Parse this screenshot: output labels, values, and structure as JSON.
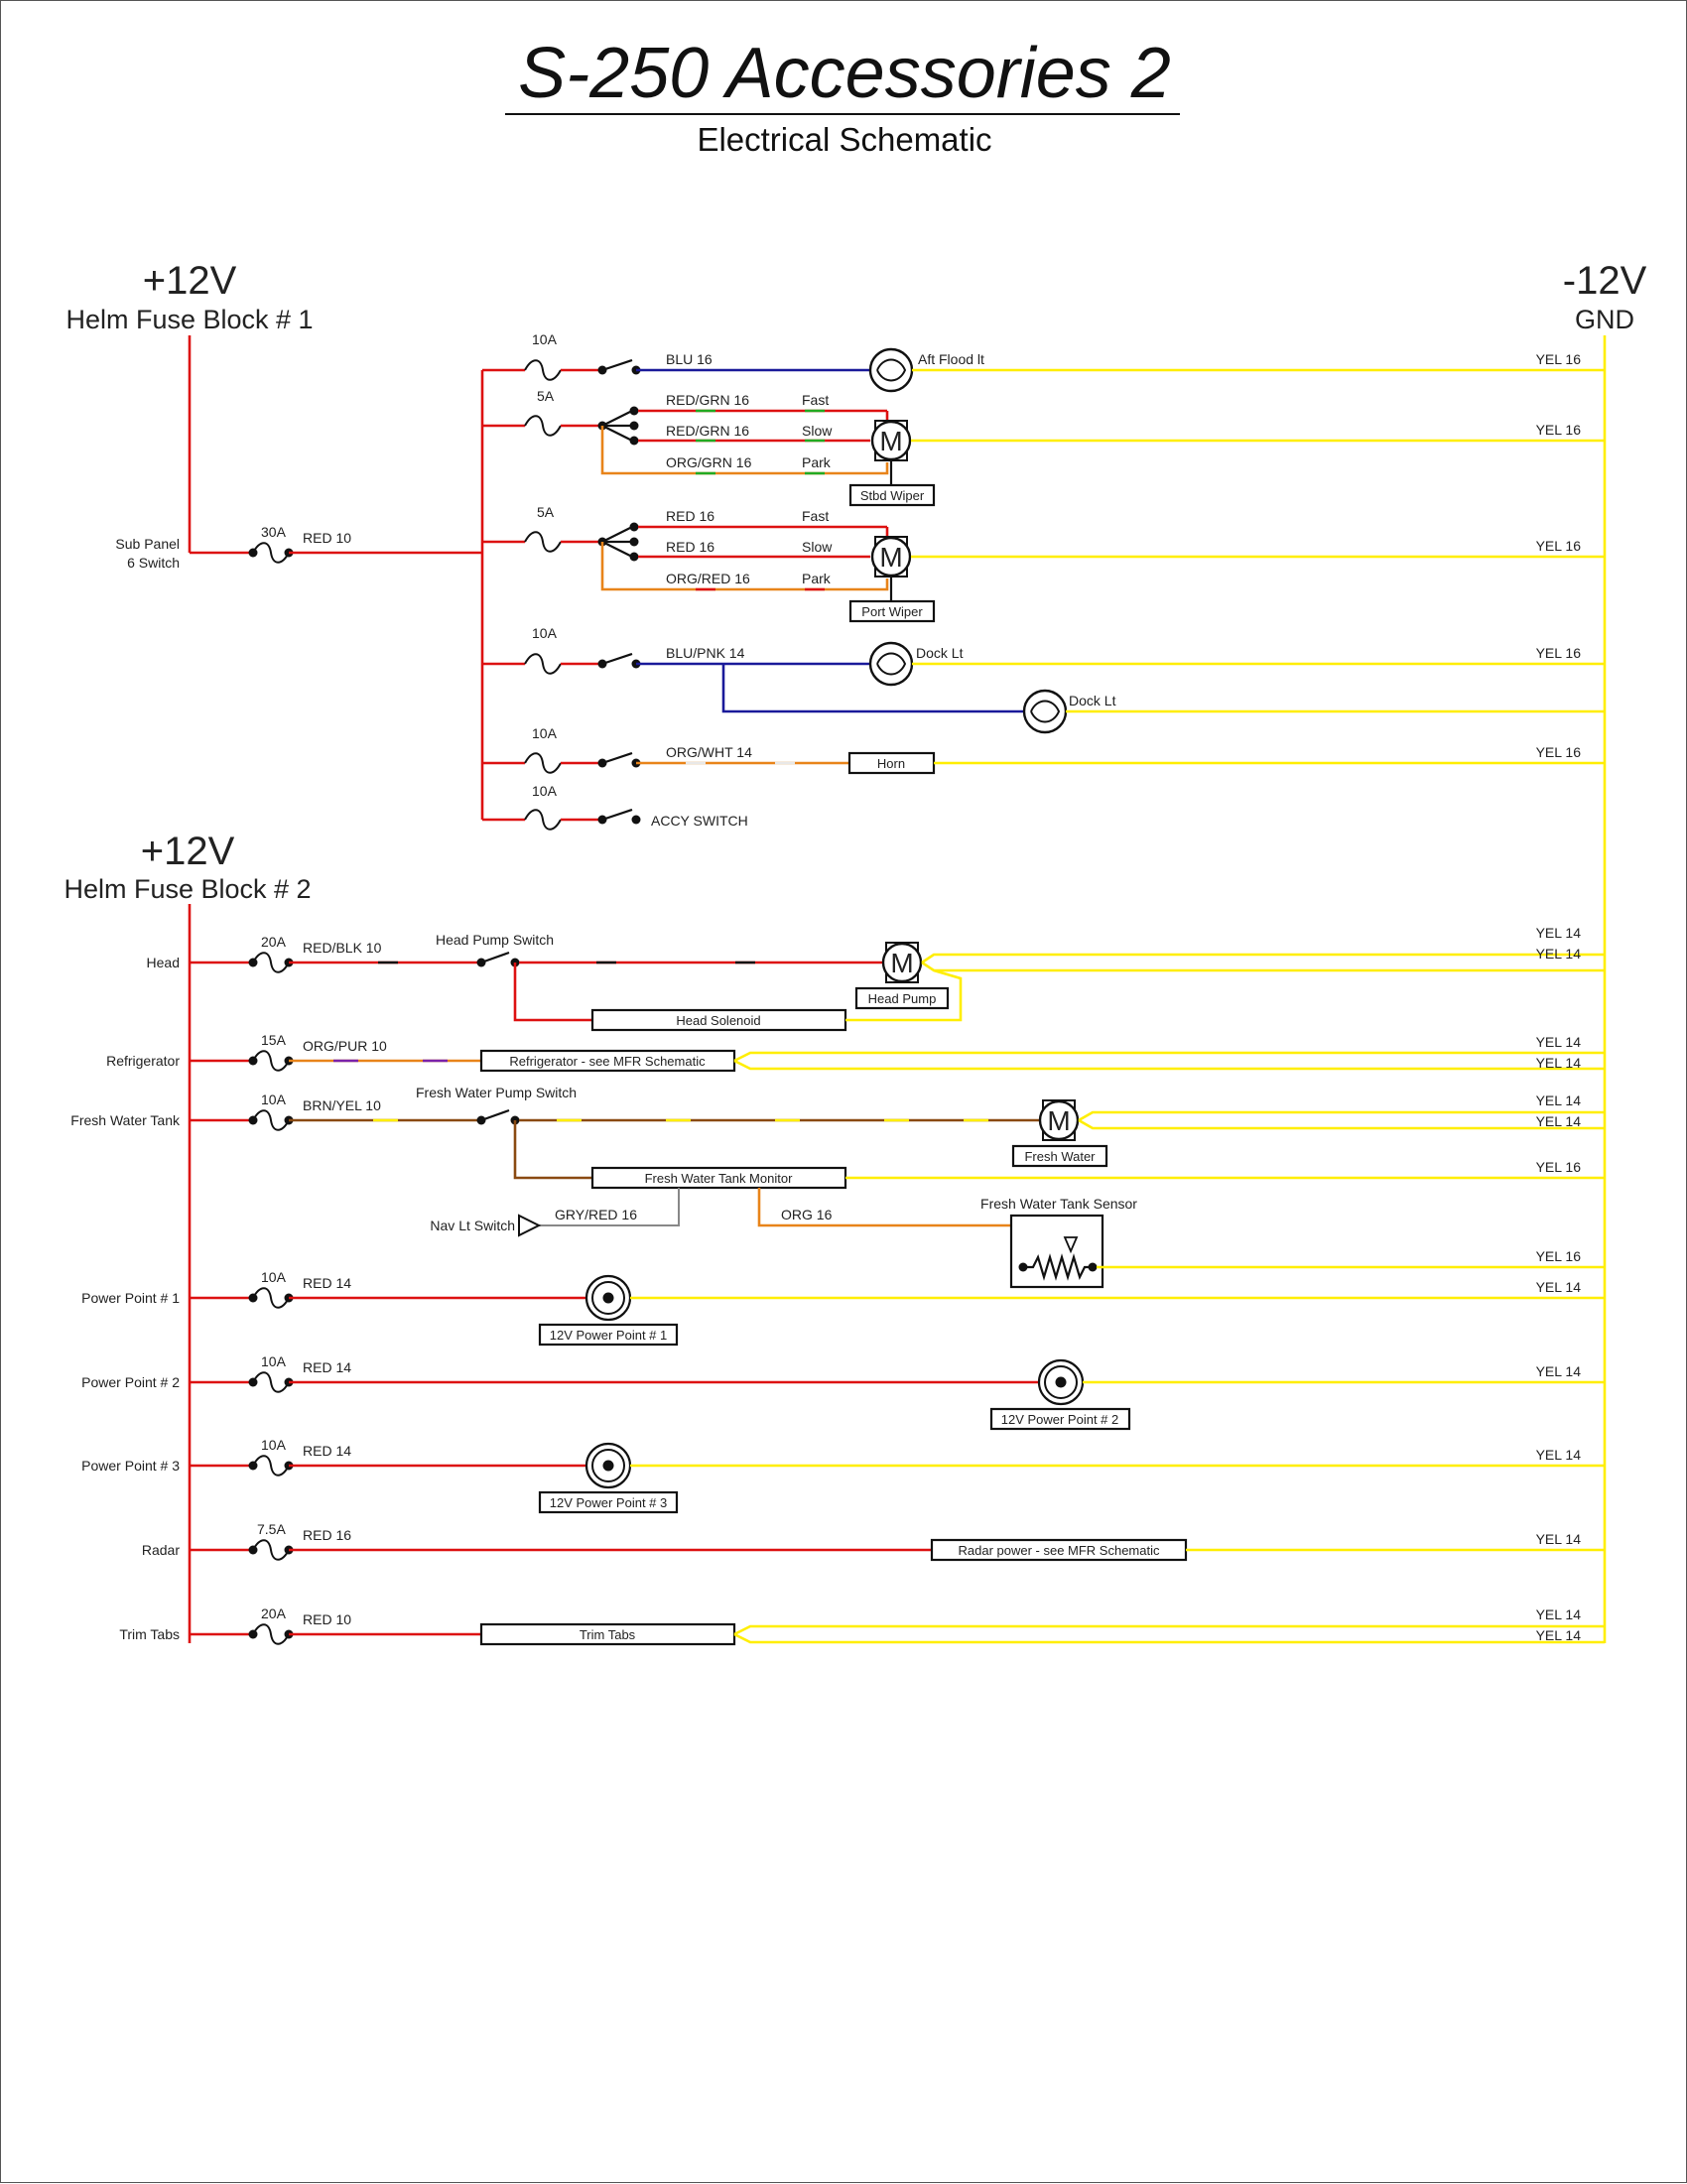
{
  "header": {
    "title": "S-250 Accessories 2",
    "subtitle": "Electrical Schematic"
  },
  "rails": {
    "block1_voltage": "+12V",
    "block1_name": "Helm Fuse Block # 1",
    "block2_voltage": "+12V",
    "block2_name": "Helm Fuse Block # 2",
    "ground_voltage": "-12V",
    "ground_name": "GND"
  },
  "block1": {
    "feed_label_1": "Sub Panel",
    "feed_label_2": "6 Switch",
    "main_fuse": "30A",
    "main_wire": "RED 10",
    "circuits": [
      {
        "fuse": "10A",
        "wire": "BLU 16",
        "device": "Aft Flood lt",
        "gnd": "YEL 16"
      },
      {
        "fuse": "5A",
        "wire_fast": "RED/GRN 16",
        "wire_slow": "RED/GRN 16",
        "wire_park": "ORG/GRN 16",
        "fast": "Fast",
        "slow": "Slow",
        "park": "Park",
        "motor": "M",
        "device": "Stbd Wiper",
        "gnd": "YEL 16"
      },
      {
        "fuse": "5A",
        "wire_fast": "RED 16",
        "wire_slow": "RED 16",
        "wire_park": "ORG/RED 16",
        "fast": "Fast",
        "slow": "Slow",
        "park": "Park",
        "motor": "M",
        "device": "Port Wiper",
        "gnd": "YEL 16"
      },
      {
        "fuse": "10A",
        "wire": "BLU/PNK 14",
        "device": "Dock Lt",
        "device2": "Dock Lt",
        "gnd": "YEL 16"
      },
      {
        "fuse": "10A",
        "wire": "ORG/WHT 14",
        "device": "Horn",
        "gnd": "YEL 16"
      },
      {
        "fuse": "10A",
        "device": "ACCY SWITCH"
      }
    ]
  },
  "block2": {
    "circuits": [
      {
        "name": "Head",
        "fuse": "20A",
        "wire": "RED/BLK 10",
        "switch": "Head Pump Switch",
        "motor": "M",
        "device": "Head Pump",
        "solenoid": "Head Solenoid",
        "gnd1": "YEL 14",
        "gnd2": "YEL 14"
      },
      {
        "name": "Refrigerator",
        "fuse": "15A",
        "wire": "ORG/PUR 10",
        "device": "Refrigerator - see MFR Schematic",
        "gnd1": "YEL 14",
        "gnd2": "YEL 14"
      },
      {
        "name": "Fresh Water Tank",
        "fuse": "10A",
        "wire": "BRN/YEL 10",
        "switch": "Fresh Water Pump Switch",
        "motor": "M",
        "device": "Fresh Water",
        "gnd1": "YEL 14",
        "gnd2": "YEL 14",
        "monitor": "Fresh Water Tank Monitor",
        "monitor_gnd": "YEL 16",
        "nav_switch": "Nav Lt Switch",
        "nav_wire": "GRY/RED 16",
        "sensor": "Fresh Water Tank Sensor",
        "sensor_wire": "ORG 16",
        "sensor_gnd": "YEL 16"
      },
      {
        "name": "Power Point # 1",
        "fuse": "10A",
        "wire": "RED 14",
        "device": "12V Power Point # 1",
        "gnd": "YEL 14"
      },
      {
        "name": "Power Point # 2",
        "fuse": "10A",
        "wire": "RED 14",
        "device": "12V Power Point # 2",
        "gnd": "YEL 14"
      },
      {
        "name": "Power Point # 3",
        "fuse": "10A",
        "wire": "RED 14",
        "device": "12V Power Point # 3",
        "gnd": "YEL 14"
      },
      {
        "name": "Radar",
        "fuse": "7.5A",
        "wire": "RED 16",
        "device": "Radar power - see MFR Schematic",
        "gnd": "YEL 14"
      },
      {
        "name": "Trim Tabs",
        "fuse": "20A",
        "wire": "RED 10",
        "device": "Trim Tabs",
        "gnd1": "YEL 14",
        "gnd2": "YEL 14"
      }
    ]
  },
  "colors": {
    "positive": "#dd1111",
    "ground": "#ffee00",
    "blue": "#1a1a9a",
    "orange": "#e8841a",
    "brown": "#8a4a12",
    "green": "#22aa22",
    "purple": "#7a22aa"
  }
}
